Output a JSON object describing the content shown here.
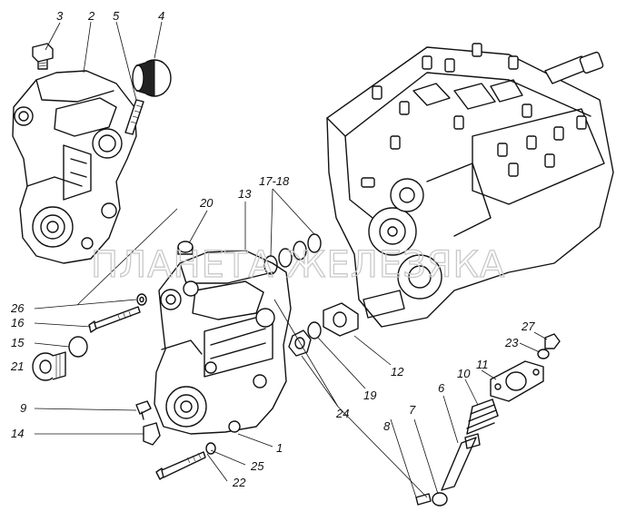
{
  "watermark": "ПЛАНЕТА ЖЕЛЕЗЯКА",
  "callouts": {
    "n1": "1",
    "n2": "2",
    "n3": "3",
    "n4": "4",
    "n5": "5",
    "n6": "6",
    "n7": "7",
    "n8": "8",
    "n9": "9",
    "n10": "10",
    "n11": "11",
    "n12": "12",
    "n13": "13",
    "n14": "14",
    "n15": "15",
    "n16": "16",
    "n17_18": "17-18",
    "n19": "19",
    "n20": "20",
    "n21": "21",
    "n22": "22",
    "n23": "23",
    "n24": "24",
    "n25": "25",
    "n26": "26",
    "n27": "27"
  }
}
